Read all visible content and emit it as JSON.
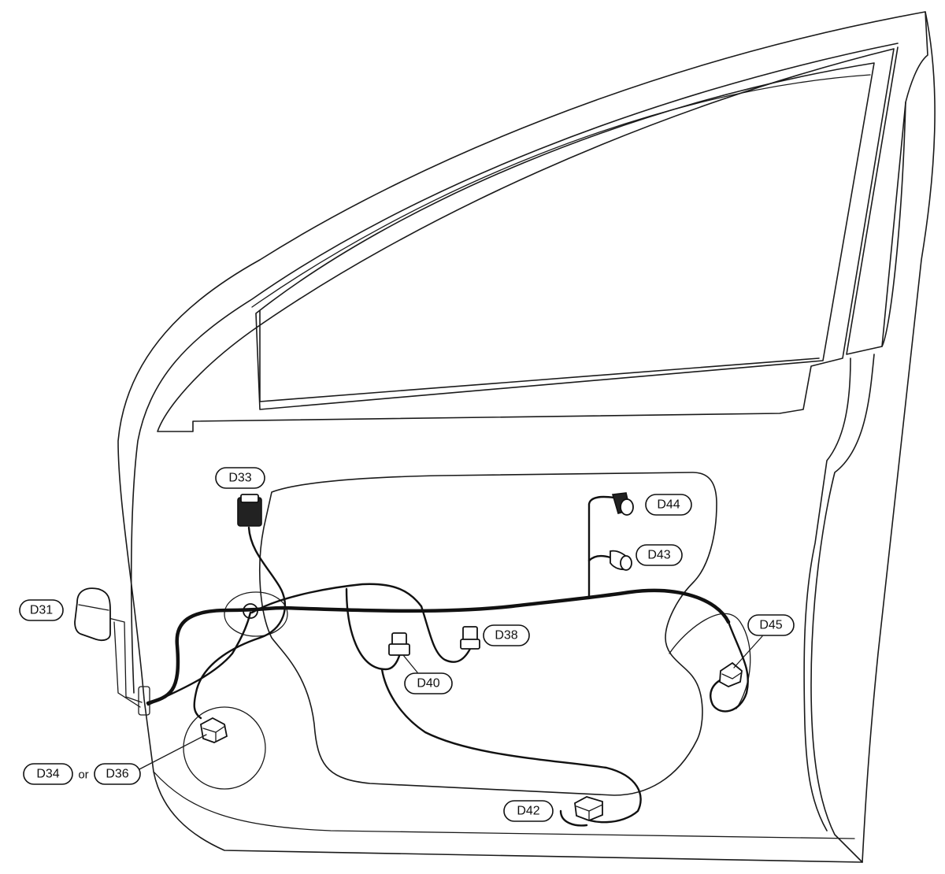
{
  "labels": {
    "d31": "D31",
    "d33": "D33",
    "d34": "D34",
    "or": "or",
    "d36": "D36",
    "d38": "D38",
    "d40": "D40",
    "d42": "D42",
    "d43": "D43",
    "d44": "D44",
    "d45": "D45"
  }
}
